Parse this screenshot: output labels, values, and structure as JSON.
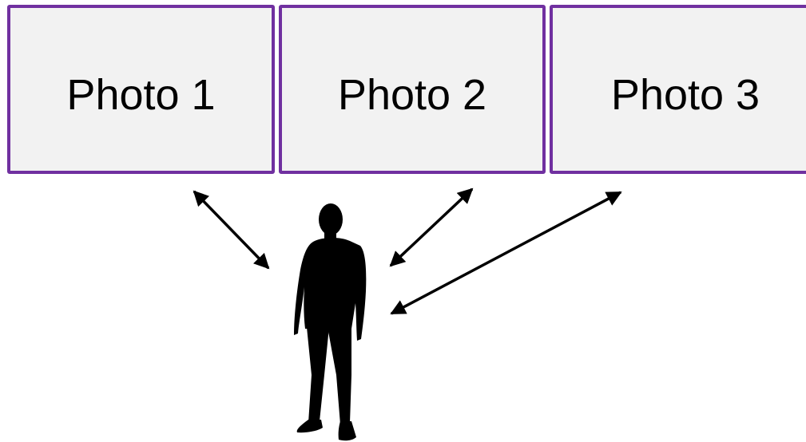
{
  "photos": [
    {
      "label": "Photo 1"
    },
    {
      "label": "Photo 2"
    },
    {
      "label": "Photo 3"
    }
  ],
  "icons": {
    "person": "person-silhouette-icon",
    "arrow": "double-headed-arrow"
  },
  "colors": {
    "box_border": "#7030a0",
    "box_fill": "#f2f2f2",
    "arrow": "#000000",
    "person": "#000000"
  }
}
